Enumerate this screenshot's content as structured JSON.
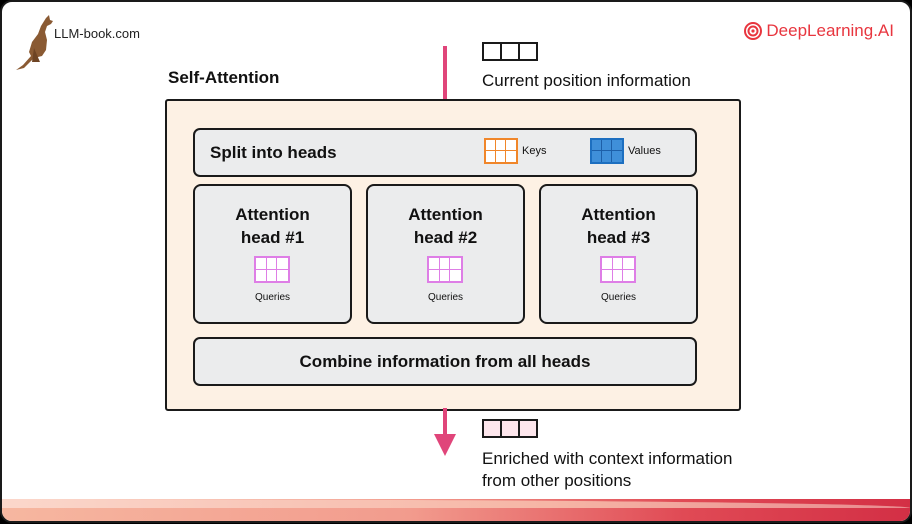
{
  "branding": {
    "left_logo_text": "LLM-book.com",
    "right_logo_text": "DeepLearning.AI",
    "right_logo_color": "#e8363f"
  },
  "diagram": {
    "title": "Self-Attention",
    "input_caption": "Current position information",
    "output_caption_line1": "Enriched with context information",
    "output_caption_line2": "from other positions",
    "split_label": "Split into heads",
    "keys_label": "Keys",
    "values_label": "Values",
    "heads": [
      {
        "title_line1": "Attention",
        "title_line2": "head #1",
        "queries_label": "Queries"
      },
      {
        "title_line1": "Attention",
        "title_line2": "head #2",
        "queries_label": "Queries"
      },
      {
        "title_line1": "Attention",
        "title_line2": "head #3",
        "queries_label": "Queries"
      }
    ],
    "combine_label": "Combine information from all heads",
    "colors": {
      "arrow": "#e0457a",
      "keys": "#f0862a",
      "values": "#3f8fd9",
      "queries": "#de7ee6",
      "self_attention_fill": "#fdf1e4",
      "box_fill": "#ebeced"
    }
  }
}
